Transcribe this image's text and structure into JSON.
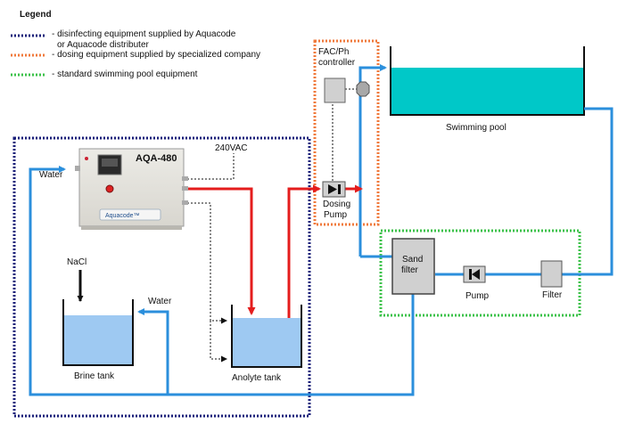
{
  "legend": {
    "title": "Legend",
    "entries": [
      {
        "line1": "- disinfecting equipment supplied by Aquacode",
        "line2": "or Aquacode distributer",
        "color": "#1a1f7a"
      },
      {
        "line1": "- dosing equipment supplied by specialized company",
        "line2": "",
        "color": "#f07a3c"
      },
      {
        "line1": "- standard swimming pool equipment",
        "line2": "",
        "color": "#3cc24a"
      }
    ]
  },
  "labels": {
    "water_in": "Water",
    "water_brine": "Water",
    "unit_model": "AQA-480",
    "brand": "Aquacode™",
    "power": "240VAC",
    "nacl": "NaCl",
    "brine_tank": "Brine tank",
    "anolyte_tank": "Anolyte tank",
    "controller_line1": "FAC/Ph",
    "controller_line2": "controller",
    "dosing_line1": "Dosing",
    "dosing_line2": "Pump",
    "swimming_pool": "Swimming pool",
    "sand_line1": "Sand",
    "sand_line2": "filter",
    "pump": "Pump",
    "filter": "Filter"
  },
  "colors": {
    "water_pipe": "#2b8fdc",
    "chlorine_pipe": "#e41d1d",
    "pool_water": "#00c8c8",
    "tank_water": "#9ec9f2",
    "equipment_gray": "#d0d0d0",
    "aquacode_border": "#1a1f7a",
    "dosing_border": "#f07a3c",
    "pool_equipment_border": "#3cc24a"
  }
}
